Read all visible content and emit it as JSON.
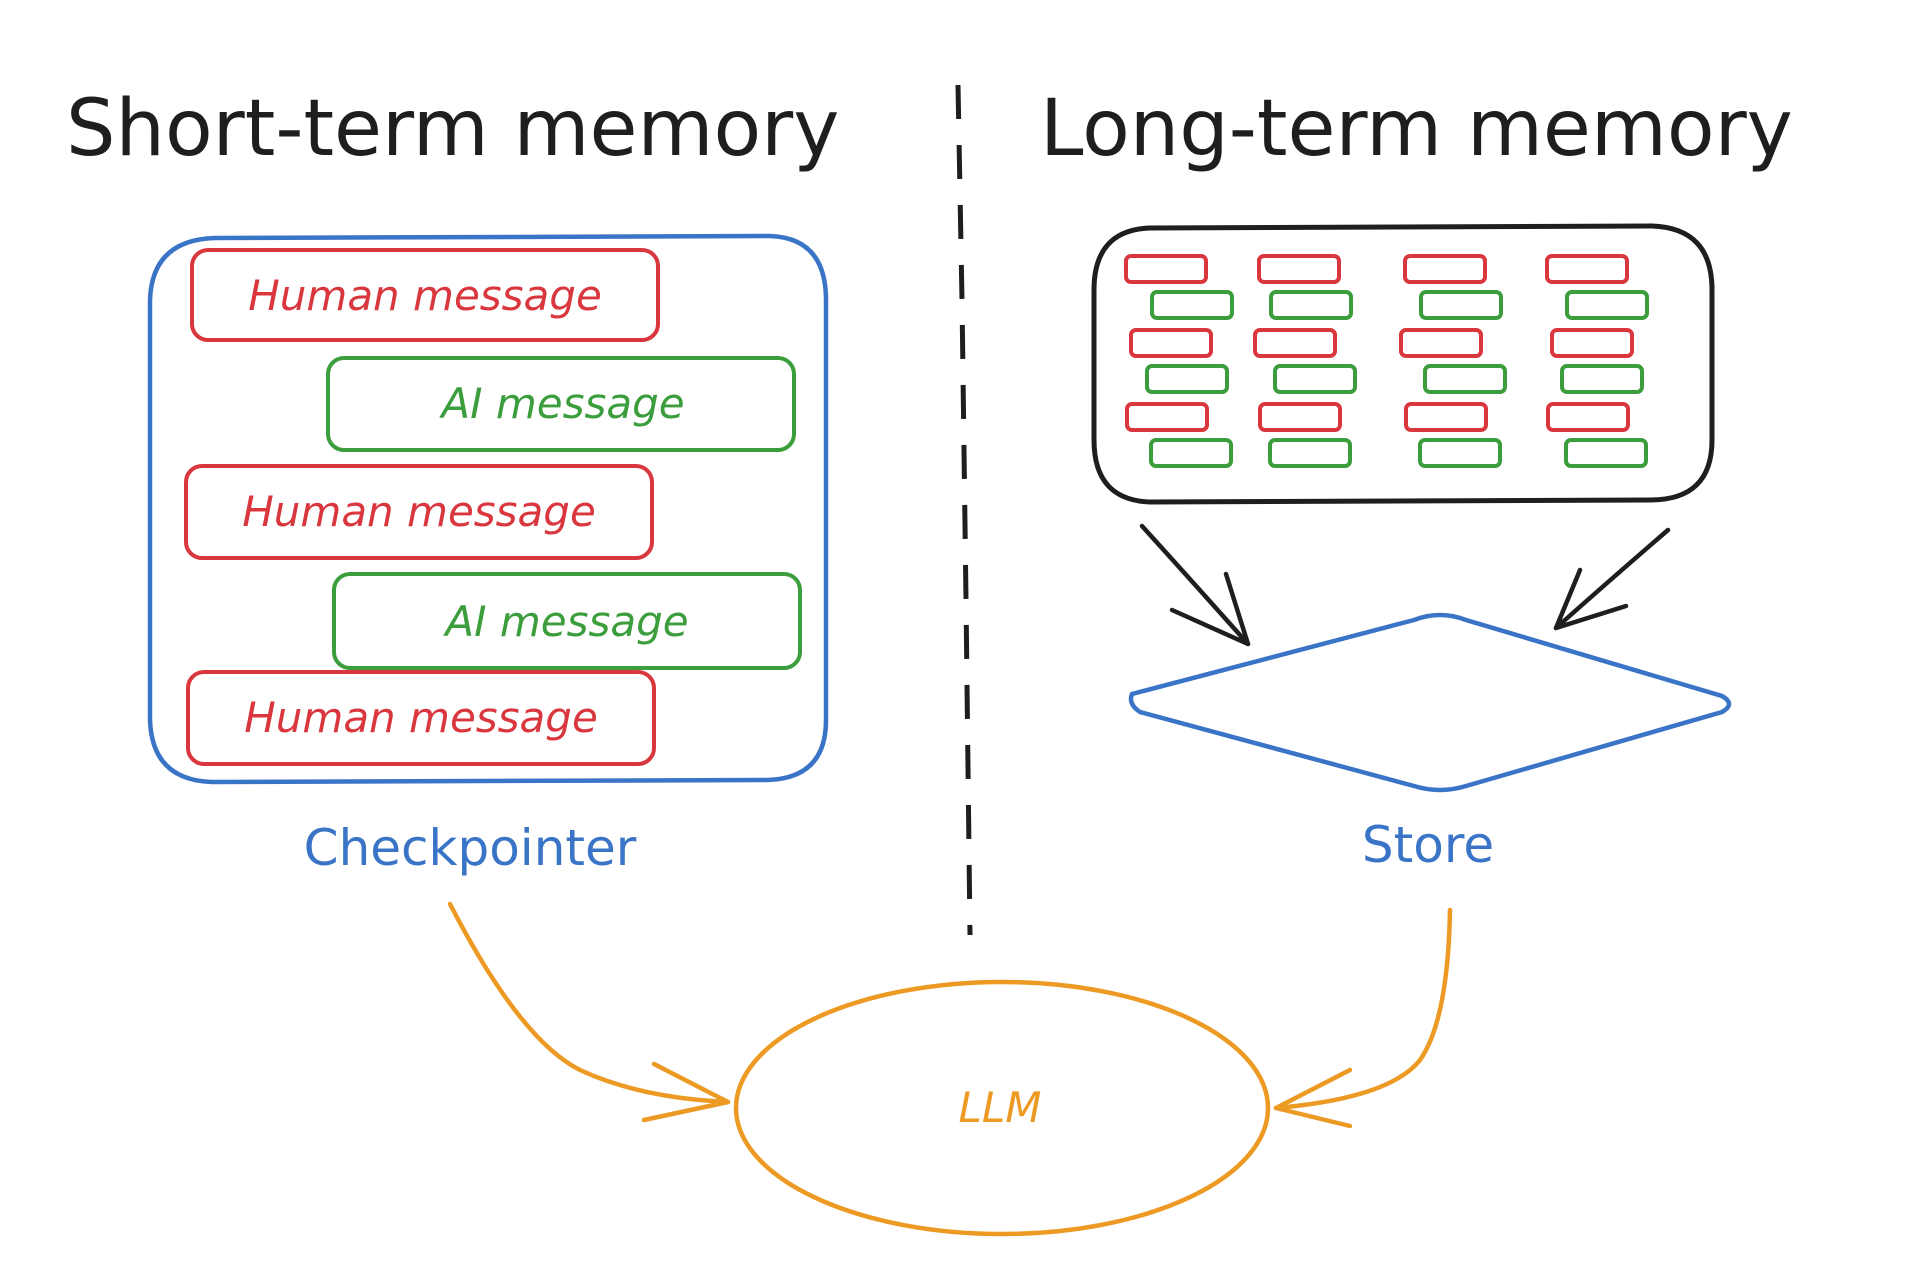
{
  "headings": {
    "short_term": "Short-term memory",
    "long_term": "Long-term memory"
  },
  "short_term": {
    "container_label": "Checkpointer",
    "messages": [
      {
        "role": "human",
        "label": "Human message"
      },
      {
        "role": "ai",
        "label": "AI message"
      },
      {
        "role": "human",
        "label": "Human message"
      },
      {
        "role": "ai",
        "label": "AI message"
      },
      {
        "role": "human",
        "label": "Human message"
      }
    ]
  },
  "long_term": {
    "store_label": "Store",
    "memory_grid": {
      "columns": 4,
      "pairs_per_column": 3
    }
  },
  "llm": {
    "label": "LLM"
  },
  "colors": {
    "text": "#1e1e1e",
    "human": "#d9363e",
    "ai": "#3b9d3c",
    "container": "#3a74c7",
    "llm": "#ec9a23",
    "store_box": "#1e1e1e",
    "arrow_dark": "#1e1e1e",
    "divider": "#1e1e1e"
  }
}
